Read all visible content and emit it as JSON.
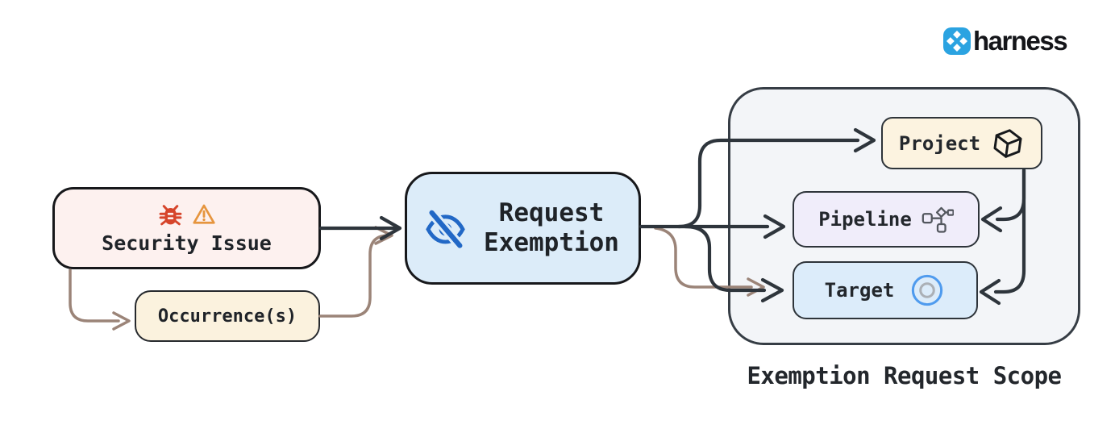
{
  "brand": {
    "wordmark": "harness"
  },
  "nodes": {
    "security_issue": {
      "label": "Security Issue"
    },
    "occurrences": {
      "label": "Occurrence(s)"
    },
    "request_exemption": {
      "label": "Request Exemption"
    },
    "project": {
      "label": "Project"
    },
    "pipeline": {
      "label": "Pipeline"
    },
    "target": {
      "label": "Target"
    }
  },
  "scope": {
    "title": "Exemption Request Scope"
  },
  "icons": {
    "security": [
      "bug-icon",
      "warning-triangle-icon"
    ],
    "request_exemption": "eye-off-icon",
    "project": "package-cube-icon",
    "pipeline": "workflow-dag-icon",
    "target": "target-circles-icon",
    "brand": "harness-logo-icon"
  },
  "colors": {
    "arrow_dark": "#2e353c",
    "arrow_brown": "#9b8478",
    "security_fill": "#fdf1ef",
    "occurrence_fill": "#fbf2de",
    "request_fill": "#dcecf9",
    "scope_fill": "#f3f5f8",
    "project_fill": "#fcf3e0",
    "pipeline_fill": "#f0edfa",
    "target_fill": "#dcecfa",
    "bug_red": "#d6452b",
    "warning_orange": "#e6953e",
    "eye_blue": "#2268c6",
    "harness_blue": "#2ba3e1"
  }
}
